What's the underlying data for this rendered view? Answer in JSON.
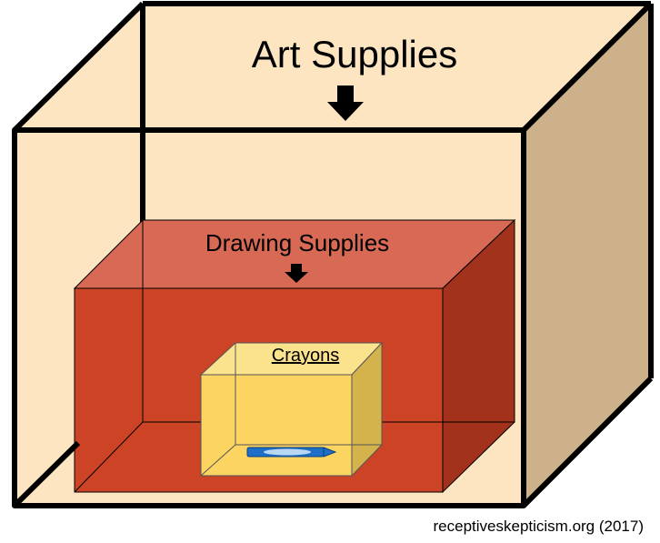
{
  "diagram": {
    "boxes": [
      {
        "id": "art",
        "label": "Art Supplies",
        "fill_front": "#fde5c2",
        "fill_side": "#cdb18a"
      },
      {
        "id": "drawing",
        "label": "Drawing Supplies",
        "fill_top": "#d86a55",
        "fill_front": "#cc4326",
        "fill_side": "#a3321d"
      },
      {
        "id": "crayons",
        "label": "Crayons",
        "fill_top": "#fbe38e",
        "fill_front": "#fbd462",
        "fill_side": "#d4b34d"
      }
    ],
    "arrows": [
      "down-arrow",
      "down-arrow"
    ],
    "item": {
      "icon": "crayon-icon",
      "color": "#1f6fc8"
    }
  },
  "credit": "receptiveskepticism.org (2017)"
}
